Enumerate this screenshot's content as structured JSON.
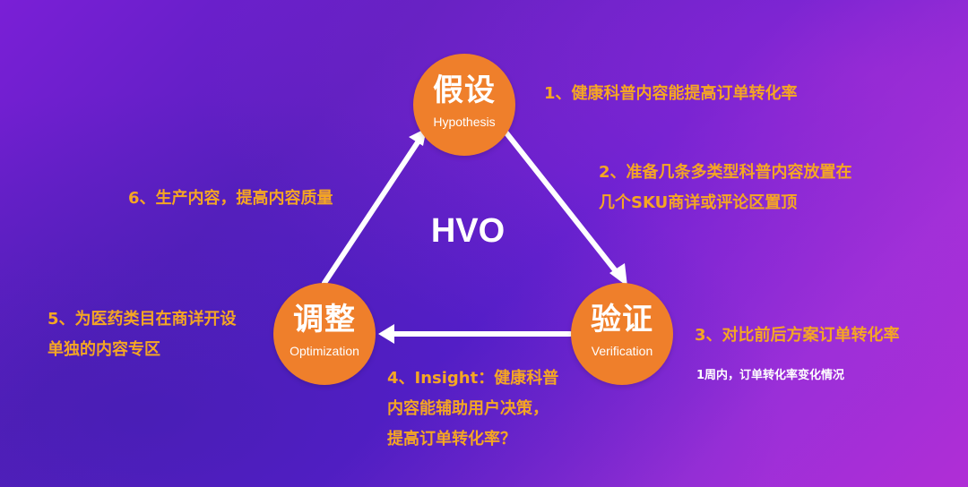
{
  "center_label": "HVO",
  "nodes": {
    "hypothesis": {
      "zh": "假设",
      "en": "Hypothesis"
    },
    "verification": {
      "zh": "验证",
      "en": "Verification"
    },
    "adjustment": {
      "zh": "调整",
      "en": "Optimization"
    }
  },
  "steps": {
    "step1": "1、健康科普内容能提高订单转化率",
    "step2": [
      "2、准备几条多类型科普内容放置在",
      "几个SKU商详或评论区置顶"
    ],
    "step3": "3、对比前后方案订单转化率",
    "step3_note": "1周内，订单转化率变化情况",
    "step4": [
      "4、Insight：健康科普",
      "内容能辅助用户决策，",
      "提高订单转化率？"
    ],
    "step5": [
      "5、为医药类目在商详开设",
      "单独的内容专区"
    ],
    "step6": "6、生产内容，提高内容质量"
  },
  "colors": {
    "node_fill": "#ef7f2b",
    "step_text": "#f5a623",
    "arrow": "#ffffff",
    "background_start": "#5a1fc0",
    "background_end": "#b02ed6"
  }
}
